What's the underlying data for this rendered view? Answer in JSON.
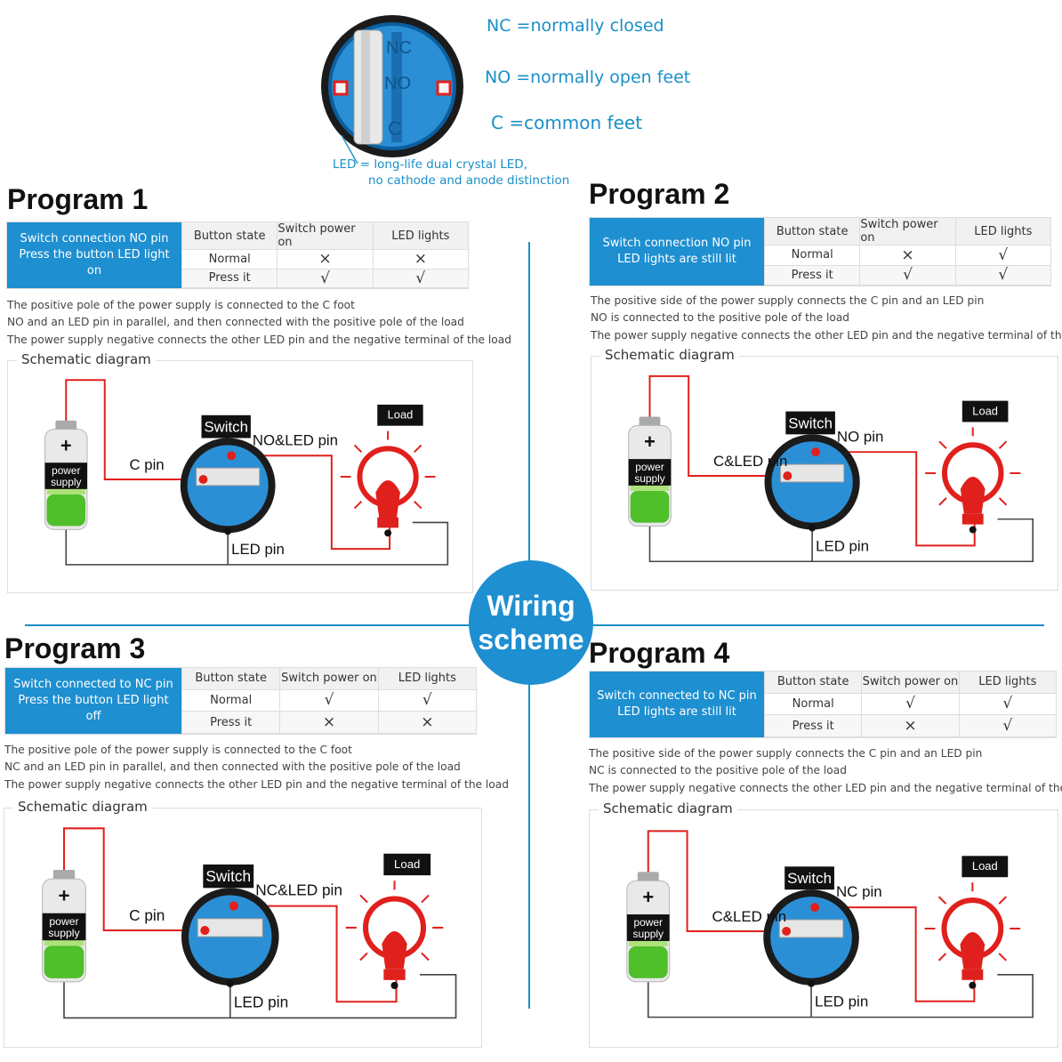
{
  "legend": {
    "nc": "NC =normally closed",
    "no": "NO =normally open feet",
    "c": "C =common feet",
    "led_line1": "LED = long-life dual crystal LED,",
    "led_line2": "no cathode and anode distinction",
    "button_marks": [
      "NC",
      "NO",
      "C"
    ]
  },
  "center_badge": {
    "line1": "Wiring",
    "line2": "scheme"
  },
  "table_headers": {
    "state": "Button state",
    "power": "Switch power on",
    "led": "LED lights"
  },
  "row_labels": {
    "normal": "Normal",
    "press": "Press it"
  },
  "schematic_label": "Schematic diagram",
  "common_labels": {
    "switch": "Switch",
    "load": "Load",
    "power_line1": "power",
    "power_line2": "supply",
    "plus": "+"
  },
  "programs": [
    {
      "title": "Program 1",
      "conn1": "Switch connection NO pin",
      "conn2": "Press the button LED light on",
      "normal_power": "×",
      "normal_led": "×",
      "press_power": "√",
      "press_led": "√",
      "desc": [
        "The positive pole of the power supply is connected to the C foot",
        "NO and an LED pin in parallel, and then connected with the positive pole of the load",
        "The power supply negative connects the other LED pin and the negative terminal of the load"
      ],
      "left_pin": "C pin",
      "right_pin": "NO&LED pin",
      "bottom_pin": "LED pin"
    },
    {
      "title": "Program 2",
      "conn1": "Switch connection NO pin",
      "conn2": "LED lights are still lit",
      "normal_power": "×",
      "normal_led": "√",
      "press_power": "√",
      "press_led": "√",
      "desc": [
        "The positive side of the power supply connects the C pin and an LED pin",
        "NO is connected to the positive pole of the load",
        "The power supply negative connects the other LED pin and the negative terminal of the load"
      ],
      "left_pin": "C&LED pin",
      "right_pin": "NO pin",
      "bottom_pin": "LED pin"
    },
    {
      "title": "Program 3",
      "conn1": "Switch connected to NC pin",
      "conn2": "Press the button LED light off",
      "normal_power": "√",
      "normal_led": "√",
      "press_power": "×",
      "press_led": "×",
      "desc": [
        "The positive pole of the power supply is connected to the C foot",
        "NC and an LED pin in parallel, and then connected with the positive pole of the load",
        "The power supply negative connects the other LED pin and the negative terminal of the load"
      ],
      "left_pin": "C pin",
      "right_pin": "NC&LED pin",
      "bottom_pin": "LED pin"
    },
    {
      "title": "Program 4",
      "conn1": "Switch connected to NC pin",
      "conn2": "LED lights are still lit",
      "normal_power": "√",
      "normal_led": "√",
      "press_power": "×",
      "press_led": "√",
      "desc": [
        "The positive side of the power supply connects the C pin and an LED pin",
        "NC is connected to the positive pole of the load",
        "The power supply negative connects the other LED pin and the negative terminal of the load"
      ],
      "left_pin": "C&LED pin",
      "right_pin": "NC pin",
      "bottom_pin": "LED pin"
    }
  ],
  "colors": {
    "accent": "#1e8fd0",
    "wire": "#e0201c",
    "ground": "#444444",
    "legend_text": "#1a8fc7"
  },
  "icons": [
    "push-button-icon",
    "battery-icon",
    "bulb-icon",
    "switch-icon"
  ]
}
